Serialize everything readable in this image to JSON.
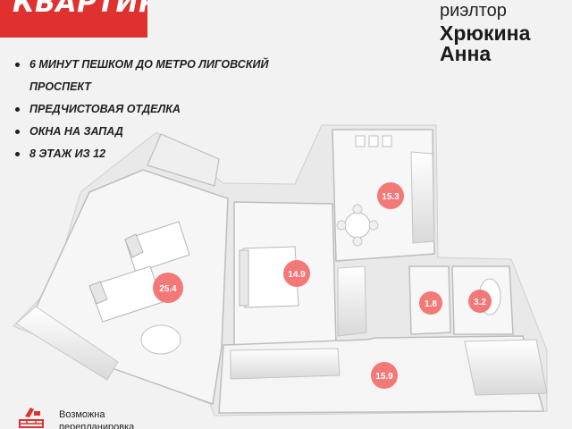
{
  "banner": {
    "title": "КВАРТИРА",
    "color": "#e03131"
  },
  "realtor": {
    "role": "риэлтор",
    "name_line1": "Хрюкина",
    "name_line2": "Анна"
  },
  "features": [
    "6 МИНУТ ПЕШКОМ ДО МЕТРО ЛИГОВСКИЙ",
    "ПРОСПЕКТ",
    "ПРЕДЧИСТОВАЯ ОТДЕЛКА",
    "ОКНА НА ЗАПАД",
    "8 ЭТАЖ ИЗ 12"
  ],
  "rooms": [
    {
      "id": "room-1",
      "area": "25.4"
    },
    {
      "id": "room-2",
      "area": "14.9"
    },
    {
      "id": "kitchen",
      "area": "15.3"
    },
    {
      "id": "bathroom-1",
      "area": "1.8"
    },
    {
      "id": "bathroom-2",
      "area": "3.2"
    },
    {
      "id": "hall",
      "area": "15.9"
    }
  ],
  "area_marker_color": "#f26d6d",
  "note": {
    "line1": "Возможна",
    "line2": "перепланировка"
  },
  "icons": {
    "note": "renovation-icon"
  }
}
